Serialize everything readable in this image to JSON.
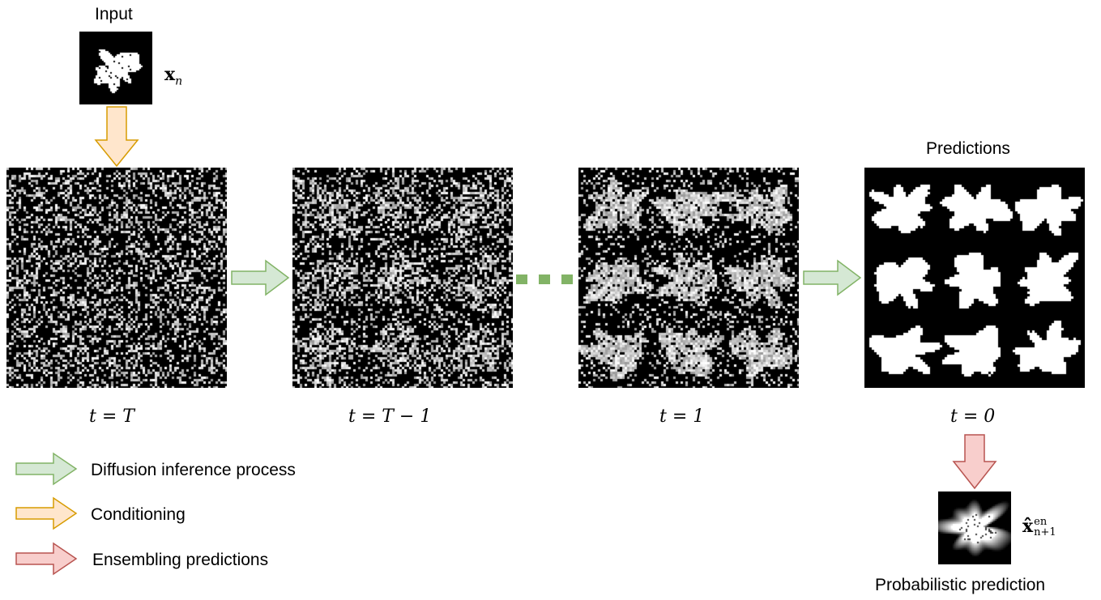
{
  "input": {
    "title": "Input",
    "symbol": "x",
    "symbol_sub": "n"
  },
  "panels": [
    {
      "id": "t_T",
      "label": "t = T"
    },
    {
      "id": "t_T1",
      "label": "t = T − 1"
    },
    {
      "id": "t_1",
      "label": "t = 1"
    },
    {
      "id": "t_0",
      "label": "t = 0",
      "title": "Predictions"
    }
  ],
  "output": {
    "title": "Probabilistic prediction",
    "symbol": "x̂",
    "symbol_sup": "en",
    "symbol_sub": "n+1"
  },
  "legend": [
    {
      "label": "Diffusion inference process",
      "color": "green"
    },
    {
      "label": "Conditioning",
      "color": "orange"
    },
    {
      "label": "Ensembling predictions",
      "color": "red"
    }
  ],
  "colors": {
    "green_fill": "#d5e8d4",
    "green_stroke": "#82b366",
    "orange_fill": "#ffe6cc",
    "orange_stroke": "#d79b00",
    "red_fill": "#f8cecc",
    "red_stroke": "#b85450",
    "dots": "#82b366"
  }
}
